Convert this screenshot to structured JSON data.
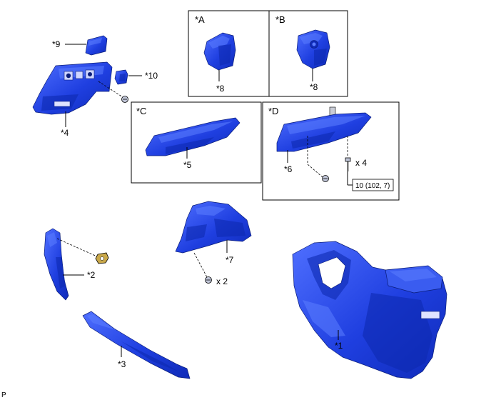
{
  "boxes": {
    "a": "*A",
    "b": "*B",
    "c": "*C",
    "d": "*D"
  },
  "callouts": {
    "p1": "*1",
    "p2": "*2",
    "p3": "*3",
    "p4": "*4",
    "p5": "*5",
    "p6": "*6",
    "p7": "*7",
    "p8a": "*8",
    "p8b": "*8",
    "p9": "*9",
    "p10": "*10"
  },
  "quantities": {
    "d_screws": "x 4",
    "p7_screws": "x 2"
  },
  "torque": "10 (102, 7)",
  "corner_mark": "P",
  "colors": {
    "part": "#1f3fe0",
    "part_dark": "#0f2bb8",
    "part_light": "#4f6fff",
    "frame": "#000000"
  }
}
